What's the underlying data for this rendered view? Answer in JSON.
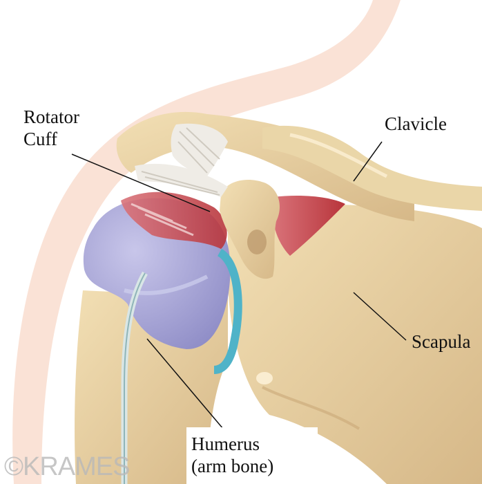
{
  "labels": {
    "rotator_cuff": [
      "Rotator",
      "Cuff"
    ],
    "clavicle": [
      "Clavicle"
    ],
    "scapula": [
      "Scapula"
    ],
    "humerus": [
      "Humerus",
      "(arm bone)"
    ]
  },
  "watermark": "©KRAMES",
  "colors": {
    "skin": "#f2b79c",
    "bone": "#e7cf9f",
    "bone_shadow": "#c9a878",
    "muscle": "#c2454a",
    "cartilage": "#a9a6d6",
    "labrum": "#4fb3c8",
    "ligament": "#eae6e0"
  }
}
